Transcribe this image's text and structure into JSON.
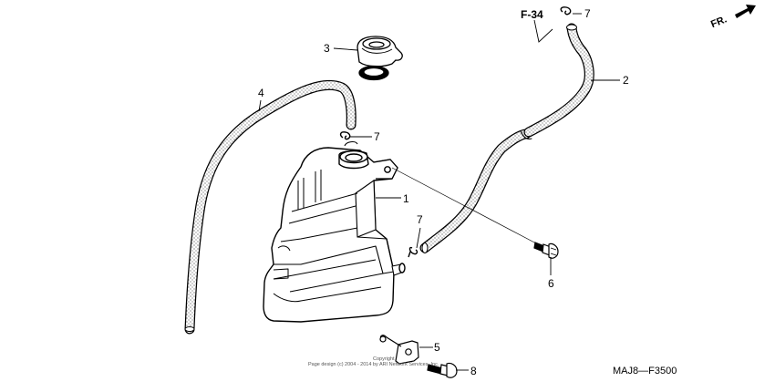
{
  "callouts": {
    "p1": "1",
    "p2": "2",
    "p3": "3",
    "p4": "4",
    "p5": "5",
    "p6": "6",
    "p7a": "7",
    "p7b": "7",
    "p7c": "7",
    "p8": "8"
  },
  "reference": "F-34",
  "front_indicator": "FR.",
  "diagram_code": "MAJ8—F3500",
  "copyright": {
    "line1": "Copyright",
    "line2": "Page design (c) 2004 - 2014 by ARI Network Services, Inc."
  }
}
